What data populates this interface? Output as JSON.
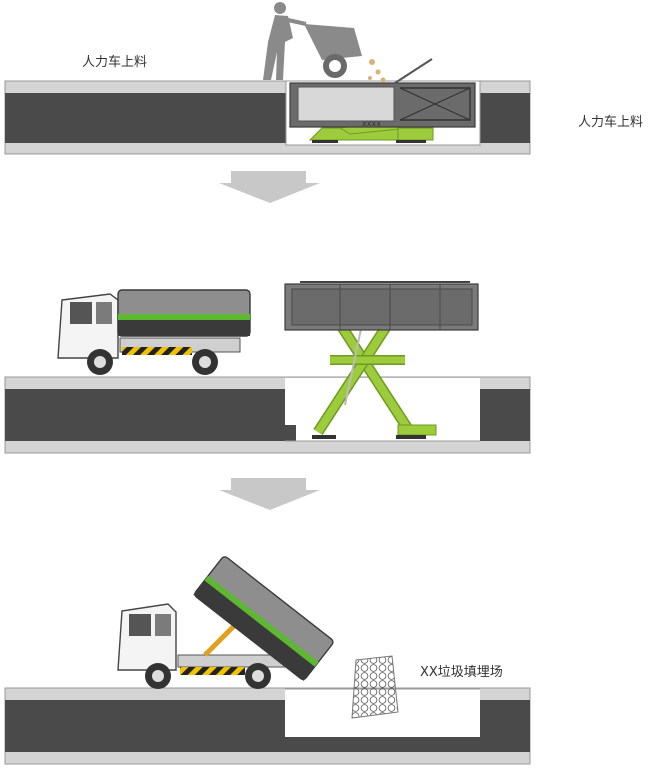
{
  "labels": {
    "manual_loading_left": "人力车上料",
    "manual_loading_right": "人力车上料",
    "landfill": "XX垃圾填埋场"
  },
  "colors": {
    "ground_dark": "#4a4a4a",
    "ground_light": "#d4d4d4",
    "ground_line": "#999999",
    "lift_green": "#9ccc3c",
    "container_grey": "#6b6b6b",
    "truck_green_stripe": "#5cb82e",
    "arrow_grey": "#c8c8c8",
    "silhouette_grey": "#8a8a8a"
  },
  "icons": {
    "step_arrow": "arrow-down-icon",
    "worker": "worker-silhouette-icon",
    "truck": "truck-icon",
    "lift": "scissor-lift-icon",
    "container": "garbage-container-icon",
    "landfill": "landfill-pile-icon"
  }
}
